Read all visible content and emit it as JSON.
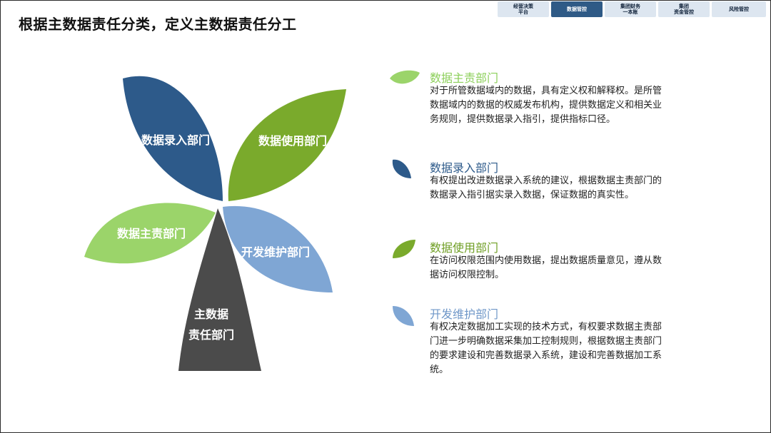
{
  "title": "根据主数据责任分类，定义主数据责任分工",
  "nav": [
    {
      "label": "经营决策\n平台",
      "active": false
    },
    {
      "label": "数据管控",
      "active": true
    },
    {
      "label": "集团财务\n一本账",
      "active": false
    },
    {
      "label": "集团\n资金管控",
      "active": false
    },
    {
      "label": "风险管控",
      "active": false
    }
  ],
  "petals": {
    "entry": "数据录入部门",
    "use": "数据使用部门",
    "owner": "数据主责部门",
    "dev": "开发维护部门",
    "stem_line1": "主数据",
    "stem_line2": "责任部门"
  },
  "colors": {
    "light_green": "#9bd46a",
    "dark_blue": "#2d5a8a",
    "olive_green": "#7aaa2c",
    "light_blue": "#7fa6d4",
    "dark_gray": "#4b4b4b"
  },
  "items": [
    {
      "title": "数据主责部门",
      "color": "#9bd46a",
      "desc": "对于所管数据域内的数据，具有定义权和解释权。是所管数据域内的数据的权威发布机构，提供数据定义和相关业务规则，提供数据录入指引，提供指标口径。"
    },
    {
      "title": "数据录入部门",
      "color": "#2d5a8a",
      "desc": "有权提出改进数据录入系统的建议，根据数据主责部门的数据录入指引据实录入数据，保证数据的真实性。"
    },
    {
      "title": "数据使用部门",
      "color": "#7aaa2c",
      "desc": "在访问权限范围内使用数据，提出数据质量意见，遵从数据访问权限控制。"
    },
    {
      "title": "开发维护部门",
      "color": "#7fa6d4",
      "desc": "有权决定数据加工实现的技术方式，有权要求数据主责部门进一步明确数据采集加工控制规则，根据数据主责部门的要求建设和完善数据录入系统，建设和完善数据加工系统。"
    }
  ]
}
